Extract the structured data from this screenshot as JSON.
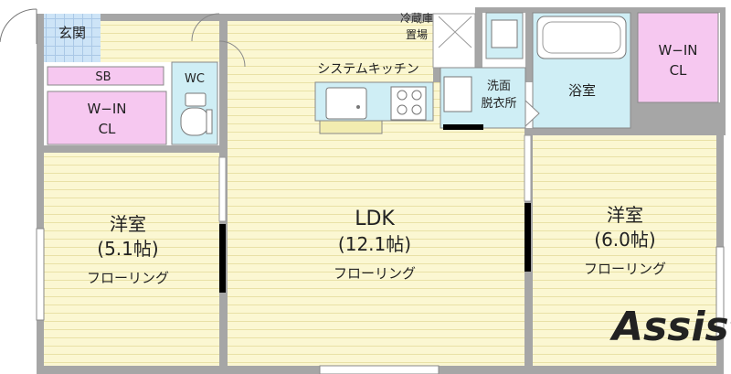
{
  "rooms": {
    "genkan": "玄関",
    "reizouko_line1": "冷蔵庫",
    "reizouko_line2": "置場",
    "sb": "SB",
    "wc": "WC",
    "system_kitchen": "システムキッチン",
    "senmen_line1": "洗面",
    "senmen_line2": "脱衣所",
    "yokushitsu": "浴室",
    "win_cl_right_line1": "W−IN",
    "win_cl_right_line2": "CL",
    "win_cl_left_line1": "W−IN",
    "win_cl_left_line2": "CL",
    "youshitsu_left_name": "洋室",
    "youshitsu_left_size": "(5.1帖)",
    "youshitsu_left_floor": "フローリング",
    "ldk_name": "LDK",
    "ldk_size": "(12.1帖)",
    "ldk_floor": "フローリング",
    "youshitsu_right_name": "洋室",
    "youshitsu_right_size": "(6.0帖)",
    "youshitsu_right_floor": "フローリング"
  },
  "watermark": "Assist",
  "colors": {
    "wall": "#a6a6a6",
    "floor": "#fbf7d2",
    "floor_line": "#e9e1a6",
    "wet_area": "#cfeef5",
    "closet": "#f6c8f0",
    "genkan": "#cde4f7"
  }
}
